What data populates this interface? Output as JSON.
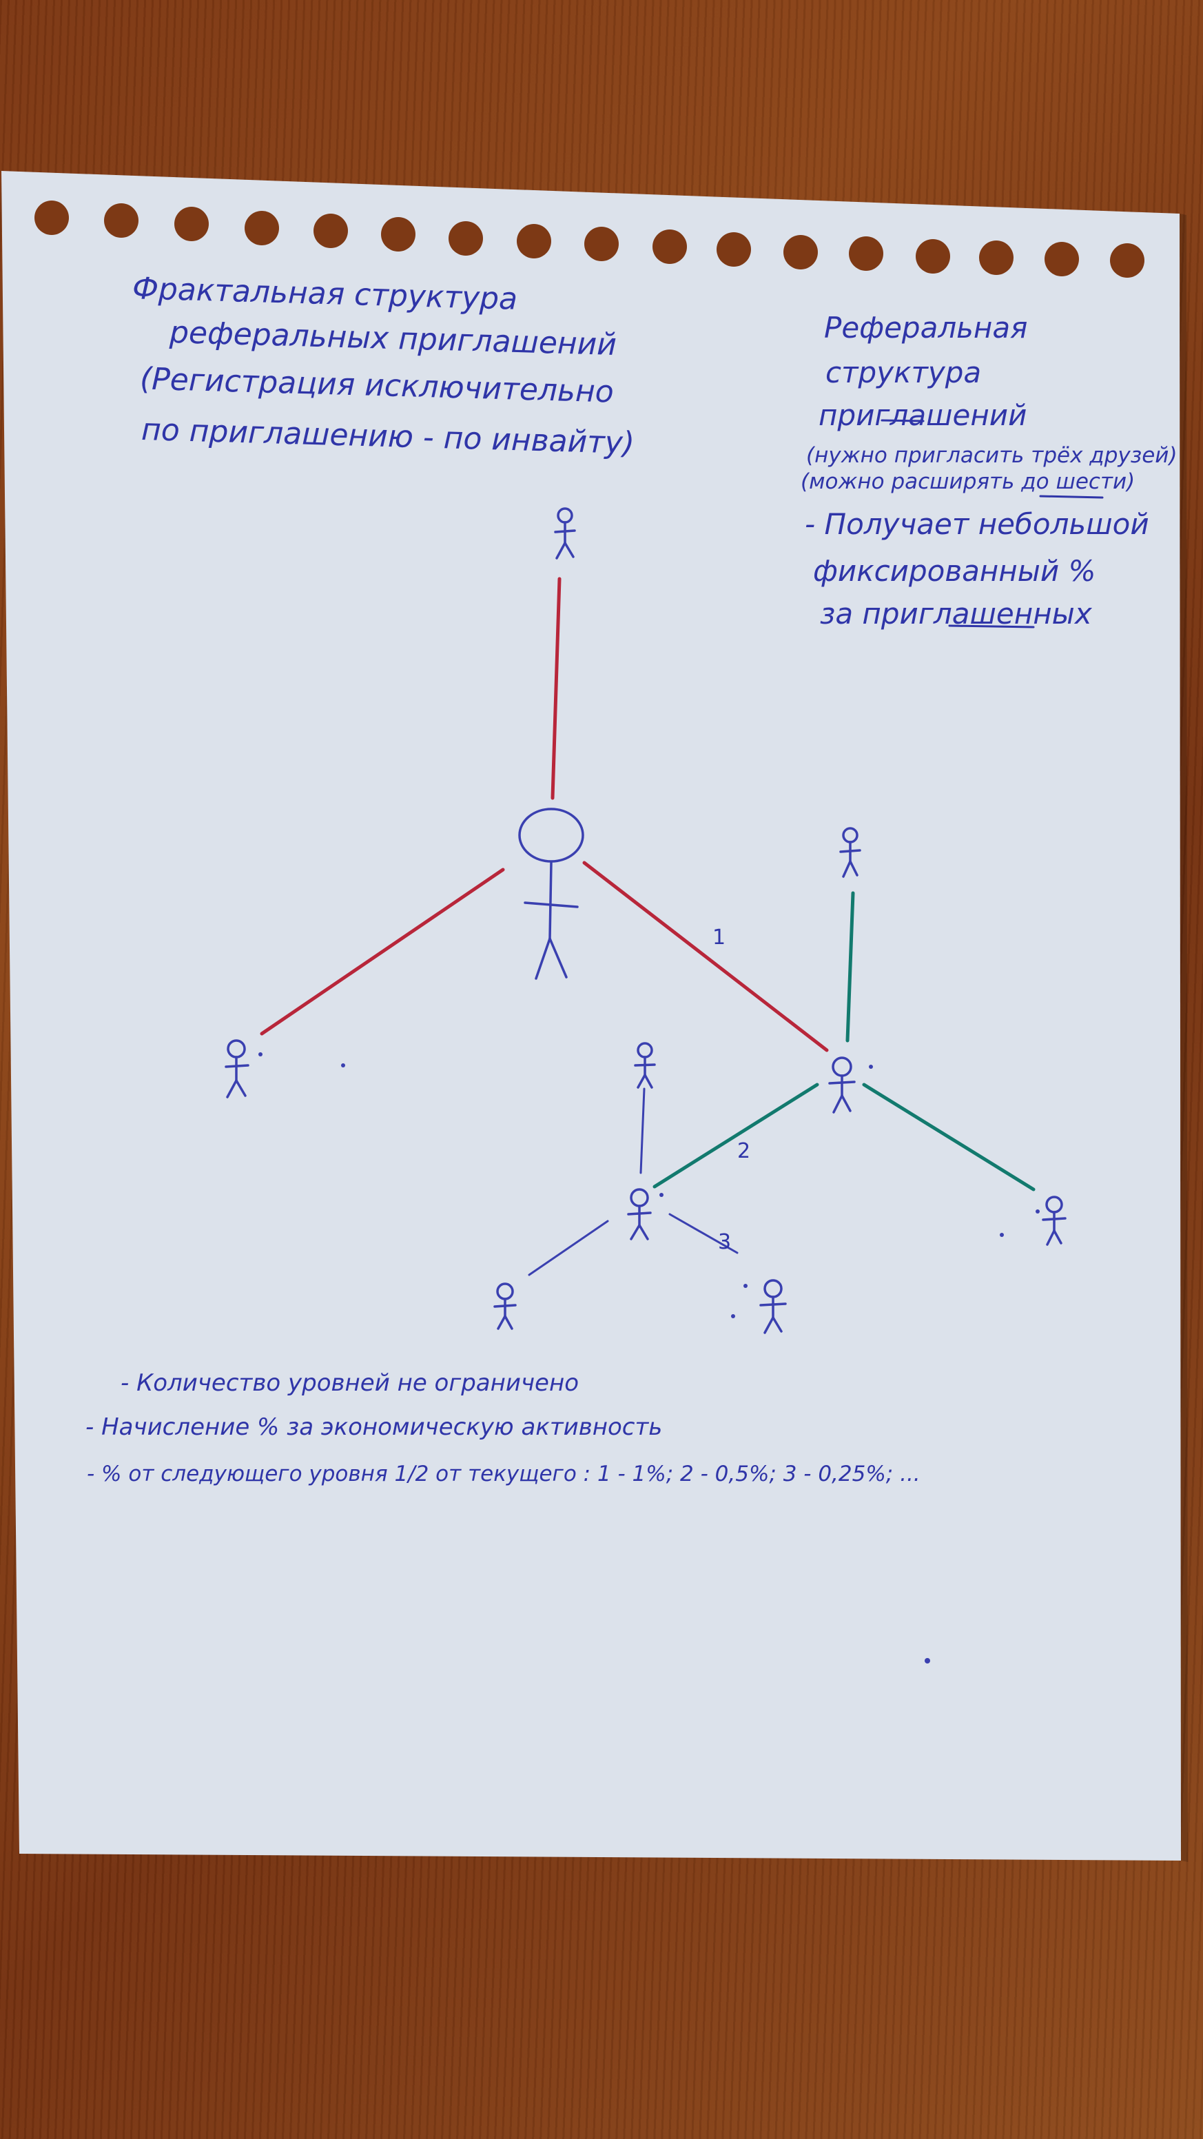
{
  "colors": {
    "ink_blue": "#2f35a8",
    "ink_red": "#b8263a",
    "ink_green": "#127a6e",
    "paper": "#dde3ec"
  },
  "title_block": {
    "line1": "Фрактальная структура",
    "line2": "реферальных приглашений",
    "line3": "(Регистрация исключительно",
    "line4": "по приглашению - по инвайту)"
  },
  "side_block": {
    "line1": "Реферальная",
    "line2": "структура",
    "line3": "приглашений",
    "line4": "(нужно пригласить трёх друзей)",
    "line5": "(можно расширять до шести)",
    "line6": "- Получает небольшой",
    "line7": "фиксированный %",
    "line8": "за приглашенных"
  },
  "diagram": {
    "edge_labels": [
      "1",
      "2",
      "3"
    ]
  },
  "notes": {
    "line1": "- Количество уровней не ограничено",
    "line2": "- Начисление % за экономическую активность",
    "line3": "- % от следующего уровня 1/2 от текущего : 1 - 1%; 2 - 0,5%; 3 - 0,25%; ..."
  }
}
